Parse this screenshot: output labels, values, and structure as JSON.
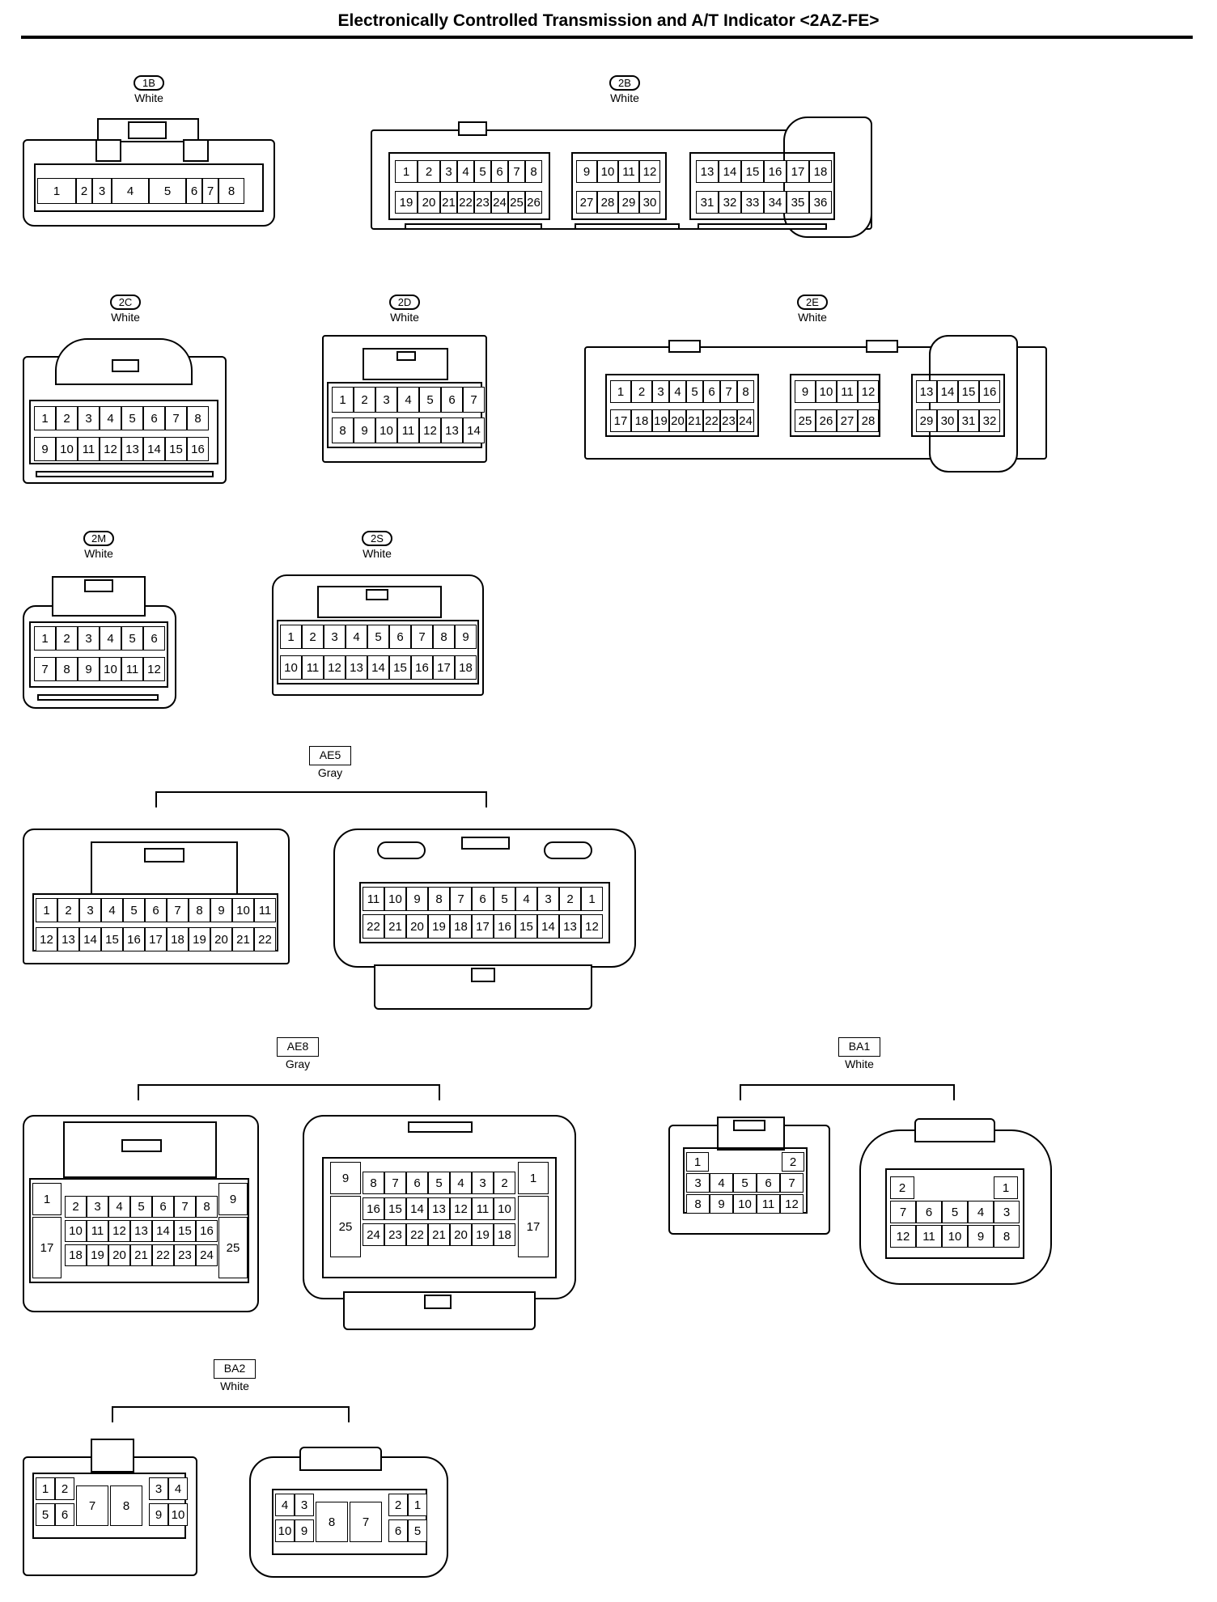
{
  "page": {
    "title": "Electronically Controlled Transmission and A/T Indicator <2AZ-FE>"
  },
  "connectors": [
    {
      "id": "1B",
      "color": "White",
      "pins": [
        "1",
        "2",
        "3",
        "4",
        "5",
        "6",
        "7",
        "8"
      ]
    },
    {
      "id": "2B",
      "color": "White",
      "pins": [
        "1",
        "2",
        "3",
        "4",
        "5",
        "6",
        "7",
        "8",
        "19",
        "20",
        "21",
        "22",
        "23",
        "24",
        "25",
        "26",
        "9",
        "10",
        "11",
        "12",
        "27",
        "28",
        "29",
        "30",
        "13",
        "14",
        "15",
        "16",
        "17",
        "18",
        "31",
        "32",
        "33",
        "34",
        "35",
        "36"
      ]
    },
    {
      "id": "2C",
      "color": "White",
      "pins": [
        "1",
        "2",
        "3",
        "4",
        "5",
        "6",
        "7",
        "8",
        "9",
        "10",
        "11",
        "12",
        "13",
        "14",
        "15",
        "16"
      ]
    },
    {
      "id": "2D",
      "color": "White",
      "pins": [
        "1",
        "2",
        "3",
        "4",
        "5",
        "6",
        "7",
        "8",
        "9",
        "10",
        "11",
        "12",
        "13",
        "14"
      ]
    },
    {
      "id": "2E",
      "color": "White",
      "pins": [
        "1",
        "2",
        "3",
        "4",
        "5",
        "6",
        "7",
        "8",
        "17",
        "18",
        "19",
        "20",
        "21",
        "22",
        "23",
        "24",
        "9",
        "10",
        "11",
        "12",
        "25",
        "26",
        "27",
        "28",
        "13",
        "14",
        "15",
        "16",
        "29",
        "30",
        "31",
        "32"
      ]
    },
    {
      "id": "2M",
      "color": "White",
      "pins": [
        "1",
        "2",
        "3",
        "4",
        "5",
        "6",
        "7",
        "8",
        "9",
        "10",
        "11",
        "12"
      ]
    },
    {
      "id": "2S",
      "color": "White",
      "pins": [
        "1",
        "2",
        "3",
        "4",
        "5",
        "6",
        "7",
        "8",
        "9",
        "10",
        "11",
        "12",
        "13",
        "14",
        "15",
        "16",
        "17",
        "18"
      ]
    },
    {
      "id": "AE5",
      "color": "Gray",
      "left_pins": [
        "1",
        "2",
        "3",
        "4",
        "5",
        "6",
        "7",
        "8",
        "9",
        "10",
        "11",
        "12",
        "13",
        "14",
        "15",
        "16",
        "17",
        "18",
        "19",
        "20",
        "21",
        "22"
      ],
      "right_pins": [
        "11",
        "10",
        "9",
        "8",
        "7",
        "6",
        "5",
        "4",
        "3",
        "2",
        "1",
        "22",
        "21",
        "20",
        "19",
        "18",
        "17",
        "16",
        "15",
        "14",
        "13",
        "12"
      ]
    },
    {
      "id": "AE8",
      "color": "Gray",
      "left_pins": [
        "1",
        "17",
        "2",
        "3",
        "4",
        "5",
        "6",
        "7",
        "8",
        "10",
        "11",
        "12",
        "13",
        "14",
        "15",
        "16",
        "18",
        "19",
        "20",
        "21",
        "22",
        "23",
        "24",
        "9",
        "25"
      ],
      "right_pins": [
        "9",
        "25",
        "8",
        "7",
        "6",
        "5",
        "4",
        "3",
        "2",
        "16",
        "15",
        "14",
        "13",
        "12",
        "11",
        "10",
        "24",
        "23",
        "22",
        "21",
        "20",
        "19",
        "18",
        "1",
        "17"
      ]
    },
    {
      "id": "BA1",
      "color": "White",
      "left_pins": [
        "1",
        "2",
        "3",
        "4",
        "5",
        "6",
        "7",
        "8",
        "9",
        "10",
        "11",
        "12"
      ],
      "right_pins": [
        "2",
        "1",
        "7",
        "6",
        "5",
        "4",
        "3",
        "12",
        "11",
        "10",
        "9",
        "8"
      ]
    },
    {
      "id": "BA2",
      "color": "White",
      "left_pins": [
        "1",
        "2",
        "3",
        "4",
        "5",
        "6",
        "7",
        "8",
        "9",
        "10"
      ],
      "right_pins": [
        "4",
        "3",
        "2",
        "1",
        "10",
        "9",
        "8",
        "7",
        "6",
        "5"
      ]
    }
  ]
}
